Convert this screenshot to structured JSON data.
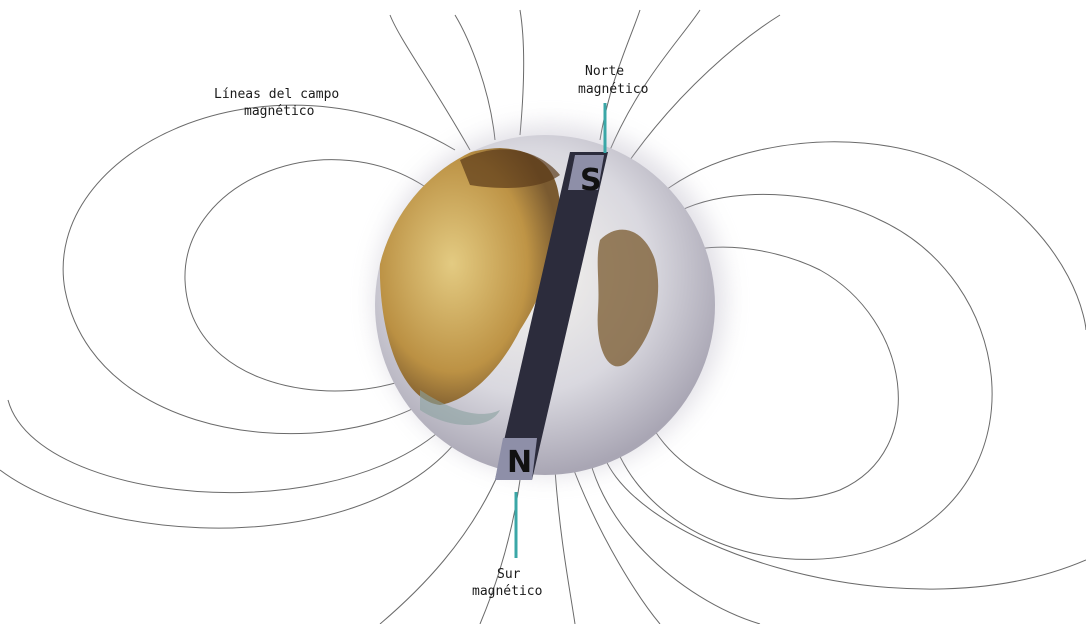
{
  "labels": {
    "field_lines": [
      "Líneas del campo",
      "magnético"
    ],
    "north_magnetic": [
      "Norte",
      "magnético"
    ],
    "south_magnetic": [
      "Sur",
      "magnético"
    ],
    "magnet_top": "S",
    "magnet_bottom": "N"
  },
  "colors": {
    "field_line": "#6a6a6a",
    "pointer": "#3aa7a7",
    "magnet": "#2c2c3c",
    "land": "#c9a24a"
  }
}
